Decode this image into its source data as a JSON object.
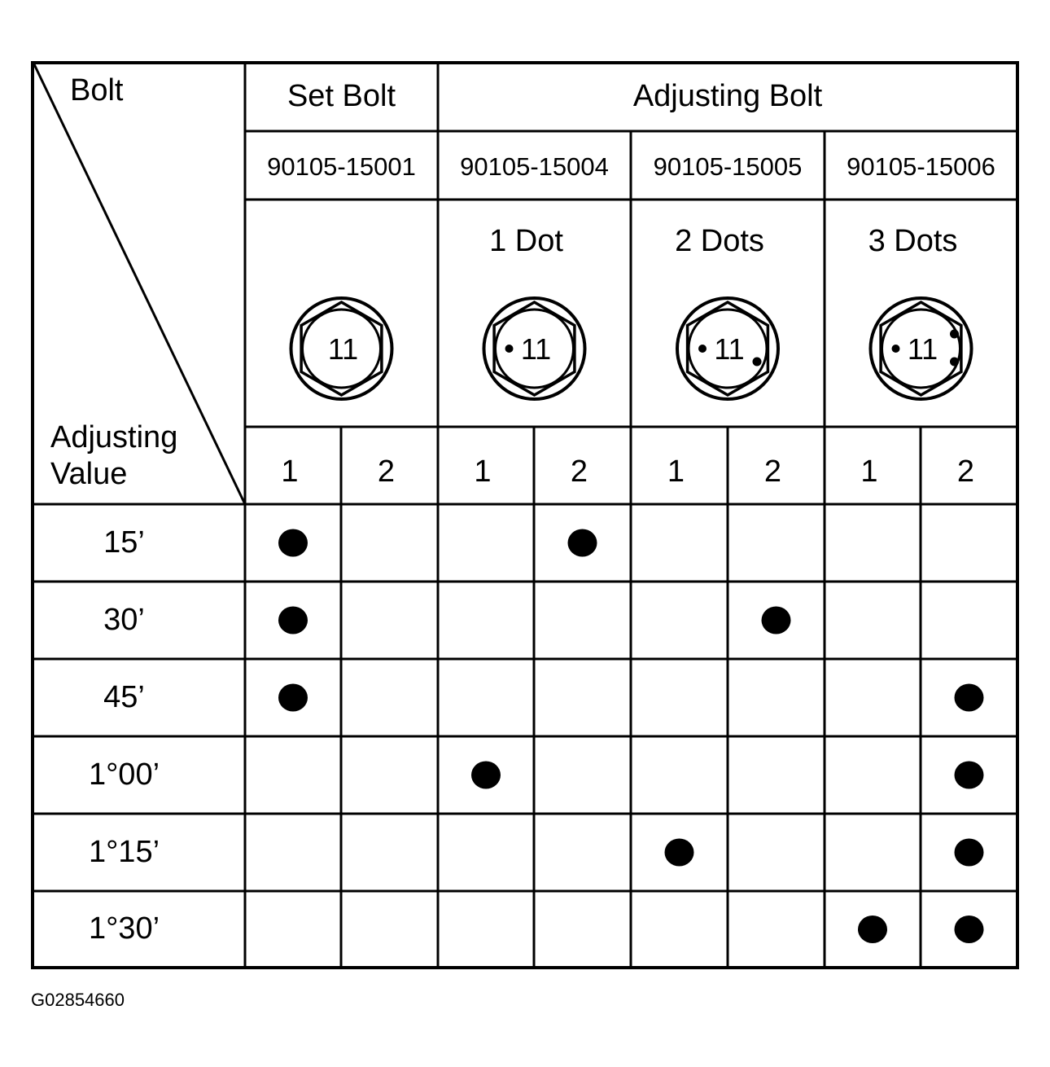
{
  "table": {
    "corner": {
      "top_label": "Bolt",
      "bottom_label_line1": "Adjusting",
      "bottom_label_line2": "Value"
    },
    "groups": [
      {
        "label": "Set Bolt"
      },
      {
        "label": "Adjusting Bolt"
      }
    ],
    "bolts": [
      {
        "part_no": "90105-15001",
        "marking": "",
        "dots": 0,
        "head_number": "11"
      },
      {
        "part_no": "90105-15004",
        "marking": "1 Dot",
        "dots": 1,
        "head_number": "11"
      },
      {
        "part_no": "90105-15005",
        "marking": "2 Dots",
        "dots": 2,
        "head_number": "11"
      },
      {
        "part_no": "90105-15006",
        "marking": "3 Dots",
        "dots": 3,
        "head_number": "11"
      }
    ],
    "position_labels": [
      "1",
      "2",
      "1",
      "2",
      "1",
      "2",
      "1",
      "2"
    ],
    "rows": [
      {
        "value": "15’",
        "marks": [
          1,
          0,
          0,
          1,
          0,
          0,
          0,
          0
        ]
      },
      {
        "value": "30’",
        "marks": [
          1,
          0,
          0,
          0,
          0,
          1,
          0,
          0
        ]
      },
      {
        "value": "45’",
        "marks": [
          1,
          0,
          0,
          0,
          0,
          0,
          0,
          1
        ]
      },
      {
        "value": "1°00’",
        "marks": [
          0,
          0,
          1,
          0,
          0,
          0,
          0,
          1
        ]
      },
      {
        "value": "1°15’",
        "marks": [
          0,
          0,
          0,
          0,
          1,
          0,
          0,
          1
        ]
      },
      {
        "value": "1°30’",
        "marks": [
          0,
          0,
          0,
          0,
          0,
          0,
          1,
          1
        ]
      }
    ]
  },
  "figure_id": "G02854660"
}
